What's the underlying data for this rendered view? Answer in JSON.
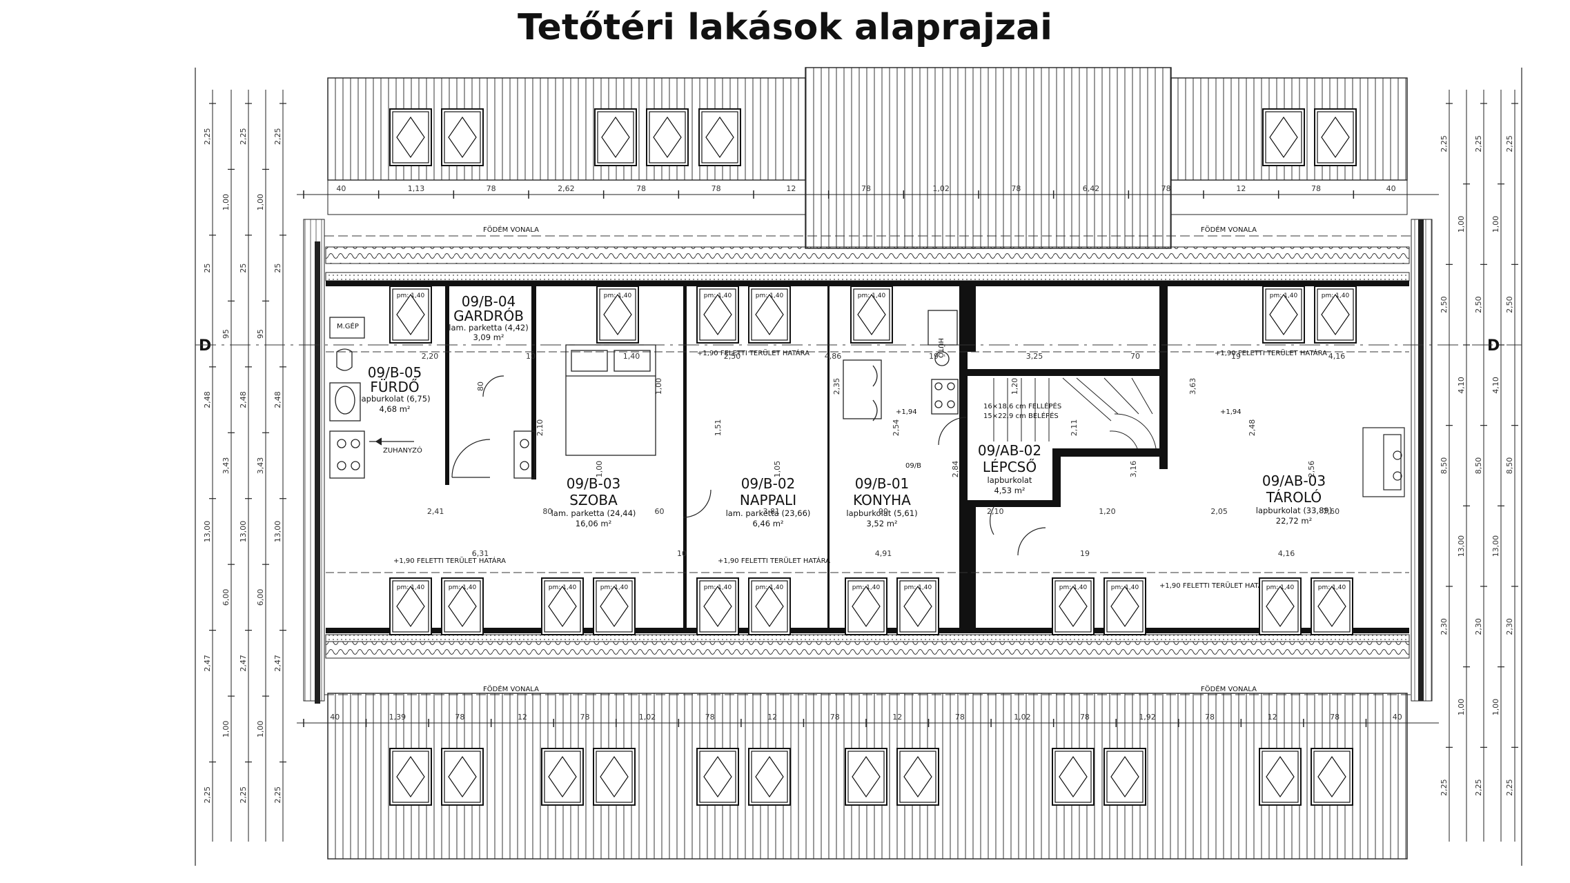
{
  "title": "Tetőtéri lakások alaprajzai",
  "section_marks": {
    "left": "D",
    "right": "D"
  },
  "floor_line_label": "FÖDÉM VONALA",
  "height_limit_label": "+1,90 FELETTI TERÜLET HATÁRA",
  "window_label": "pm: 1,40",
  "rooms": [
    {
      "id": "09/B-04",
      "name": "GARDRÓB",
      "finish": "lam. parketta (4,42)",
      "area": "3,09 m²"
    },
    {
      "id": "09/B-05",
      "name": "FÜRDŐ",
      "finish": "lapburkolat (6,75)",
      "area": "4,68 m²"
    },
    {
      "id": "09/B-03",
      "name": "SZOBA",
      "finish": "lam. parketta (24,44)",
      "area": "16,06 m²"
    },
    {
      "id": "09/B-02",
      "name": "NAPPALI",
      "finish": "lam. parketta (23,66)",
      "area": "6,46 m²"
    },
    {
      "id": "09/B-01",
      "name": "KONYHA",
      "finish": "lapburkolat (5,61)",
      "area": "3,52 m²"
    },
    {
      "id": "09/AB-02",
      "name": "LÉPCSŐ",
      "finish": "lapburkolat",
      "area": "4,53 m²"
    },
    {
      "id": "09/AB-03",
      "name": "TÁROLÓ",
      "finish": "lapburkolat (33,89)",
      "area": "22,72 m²"
    }
  ],
  "fixtures": {
    "mgep": "M.GÉP",
    "hűtő": "HŰTŐ",
    "shower": "ZUHANYZÓ",
    "door_tag": "09/B",
    "stair_note_1": "16×18,6 cm FELLÉPÉS",
    "stair_note_2": "15×22,9 cm BELÉPÉS",
    "level_1": "+1,94",
    "level_2": "+1,94"
  },
  "dimensions": {
    "top_row": [
      "40",
      "1,13",
      "78",
      "2,62",
      "78",
      "78",
      "12",
      "78",
      "1,02",
      "78",
      "6,42",
      "78",
      "12",
      "78",
      "40"
    ],
    "bottom_row": [
      "40",
      "1,39",
      "78",
      "12",
      "78",
      "1,02",
      "78",
      "12",
      "78",
      "12",
      "78",
      "1,02",
      "78",
      "1,92",
      "78",
      "12",
      "78",
      "40"
    ],
    "interior_row1": [
      "2,20",
      "10",
      "1,40",
      "2,50",
      "4,86",
      "19",
      "3,25",
      "70",
      "19",
      "4,16"
    ],
    "interior_row2": [
      "2,41",
      "80",
      "60",
      "3,81",
      "90",
      "2,10",
      "1,20",
      "2,05",
      "7,60"
    ],
    "interior_row3": [
      "6,31",
      "10",
      "4,91",
      "19",
      "4,16"
    ],
    "left_vertical": [
      "2,25",
      "1,00",
      "25",
      "95",
      "2,48",
      "3,43",
      "13,00",
      "6,00",
      "2,47",
      "1,00",
      "2,25"
    ],
    "right_vertical": [
      "2,25",
      "1,00",
      "2,50",
      "4,10",
      "8,50",
      "13,00",
      "2,30",
      "1,00",
      "2,25"
    ],
    "misc": [
      "80",
      "2,10",
      "1,00",
      "1,00",
      "1,51",
      "1,05",
      "2,35",
      "2,54",
      "2,84",
      "1,20",
      "2,11",
      "3,16",
      "3,63",
      "2,48",
      "2,56"
    ]
  },
  "colors": {
    "line": "#1a1a1a",
    "hatch": "#555555",
    "wall": "#000000"
  }
}
